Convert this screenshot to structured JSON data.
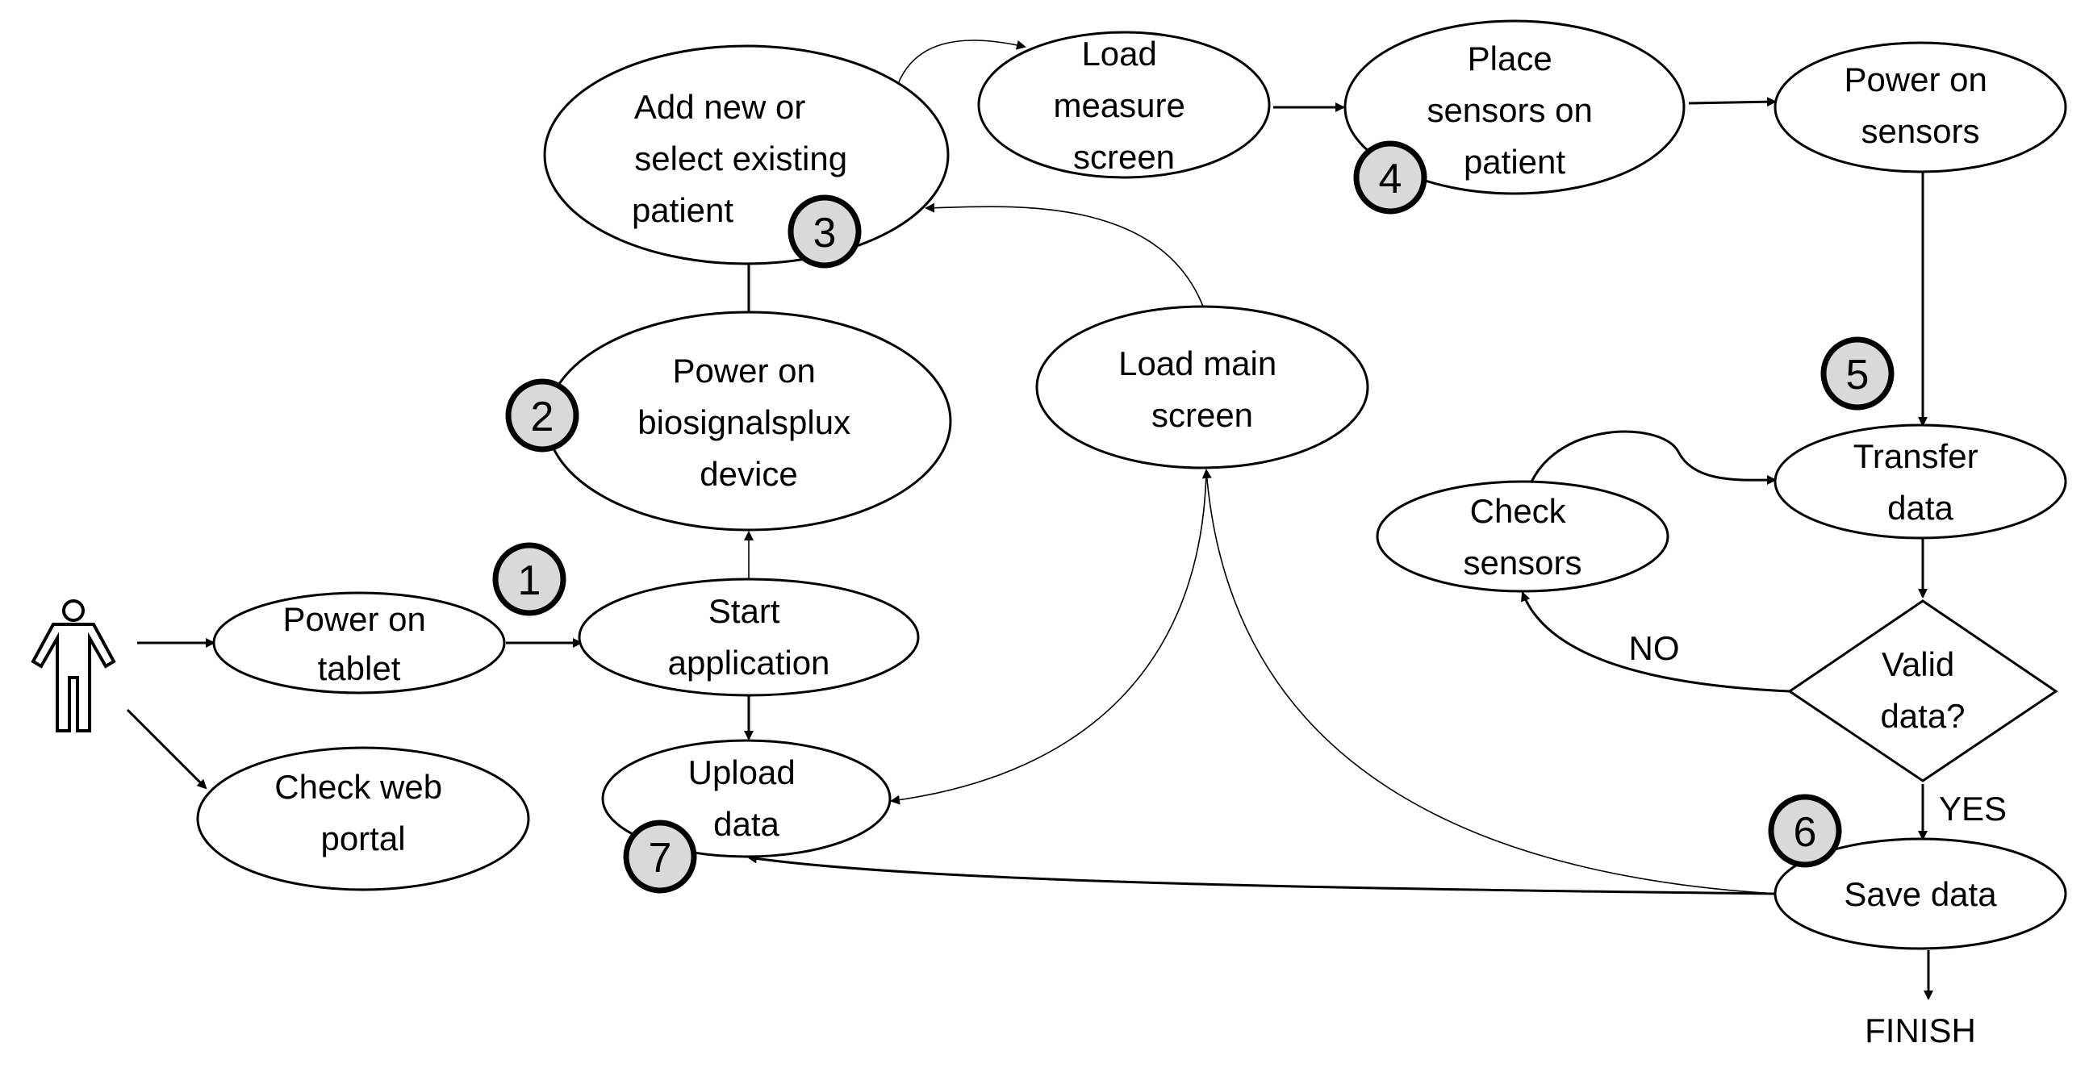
{
  "nodes": {
    "power_on_tablet": [
      "Power on",
      "tablet"
    ],
    "check_web_portal": [
      "Check web",
      "portal"
    ],
    "start_application": [
      "Start",
      "application"
    ],
    "upload_data": [
      "Upload",
      "data"
    ],
    "power_on_device": [
      "Power on",
      "biosignalsplux",
      "device"
    ],
    "add_select_patient": [
      "Add new or",
      "select existing",
      "patient"
    ],
    "load_measure_screen": [
      "Load",
      "measure",
      "screen"
    ],
    "place_sensors": [
      "Place",
      "sensors on",
      "patient"
    ],
    "power_on_sensors": [
      "Power on",
      "sensors"
    ],
    "load_main_screen": [
      "Load main",
      "screen"
    ],
    "transfer_data": [
      "Transfer",
      "data"
    ],
    "check_sensors": [
      "Check",
      "sensors"
    ],
    "valid_data": [
      "Valid",
      "data?"
    ],
    "save_data": [
      "Save data"
    ]
  },
  "edge_labels": {
    "no": "NO",
    "yes": "YES",
    "finish": "FINISH"
  },
  "badges": [
    "1",
    "2",
    "3",
    "4",
    "5",
    "6",
    "7"
  ],
  "icons": {
    "user": "person-icon"
  }
}
